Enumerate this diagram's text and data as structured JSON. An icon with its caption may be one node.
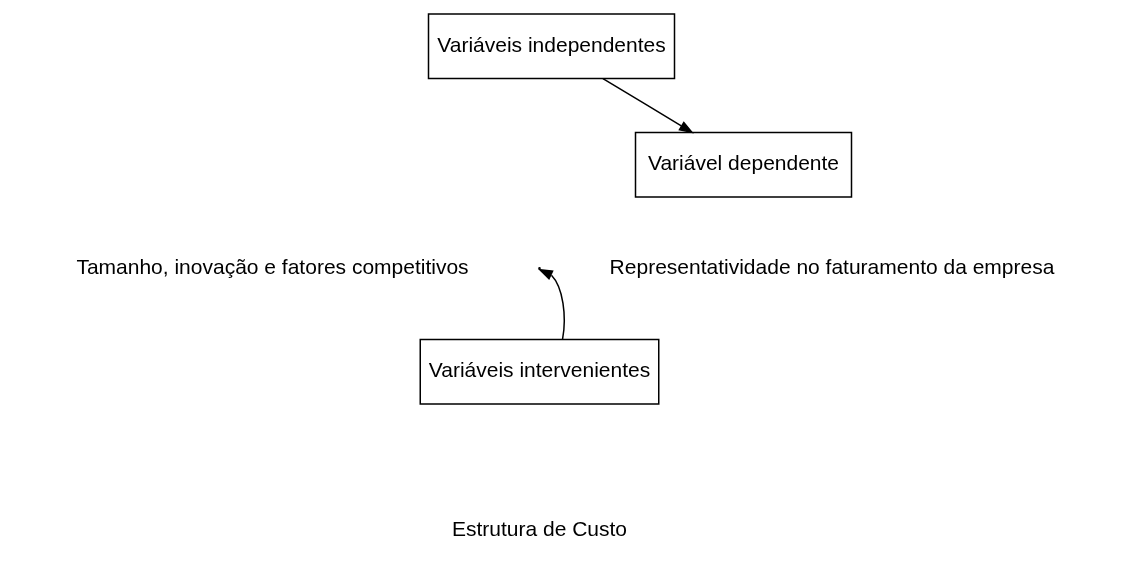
{
  "diagram": {
    "nodes": [
      {
        "text": [
          "Variáveis independentes"
        ]
      },
      {
        "text": [
          "Variável dependente"
        ]
      },
      {
        "text": [
          "Variáveis intervenientes"
        ]
      }
    ],
    "edges": [
      {
        "from": 0,
        "to": 1,
        "arrow": "to"
      },
      {
        "from": 2,
        "to": null,
        "arrow": "to"
      }
    ],
    "labels": [
      "Tamanho, inovação e fatores competitivos",
      "Representatividade no faturamento da empresa",
      "Estrutura de Custo"
    ]
  }
}
